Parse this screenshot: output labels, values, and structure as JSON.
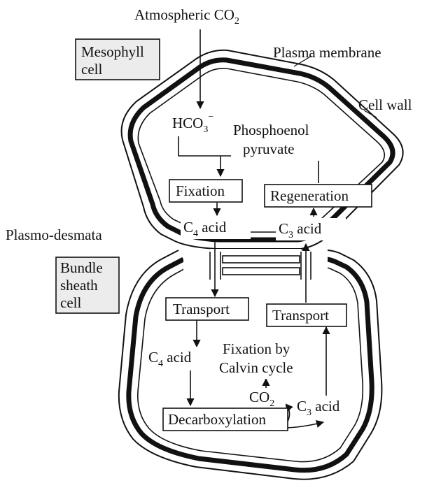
{
  "labels": {
    "atmospheric_co2": "Atmospheric CO",
    "atmospheric_co2_sub": "2",
    "plasma_membrane": "Plasma membrane",
    "cell_wall": "Cell wall",
    "mesophyll_cell_line1": "Mesophyll",
    "mesophyll_cell_line2": "cell",
    "plasmodesmata": "Plasmo-desmata",
    "bundle_sheath_line1": "Bundle",
    "bundle_sheath_line2": "sheath",
    "bundle_sheath_line3": "cell"
  },
  "mesophyll": {
    "hco3": "HCO",
    "hco3_sub": "3",
    "hco3_sup": "−",
    "pep_line1": "Phosphoenol",
    "pep_line2": "pyruvate",
    "fixation": "Fixation",
    "regeneration": "Regeneration",
    "c4_acid_prefix": "C",
    "c4_acid_sub": "4",
    "c4_acid_suffix": " acid",
    "c3_acid_prefix": "C",
    "c3_acid_sub": "3",
    "c3_acid_suffix": " acid"
  },
  "bundle_sheath": {
    "transport_left": "Transport",
    "transport_right": "Transport",
    "c4_acid_prefix": "C",
    "c4_acid_sub": "4",
    "c4_acid_suffix": " acid",
    "fixation_line1": "Fixation by",
    "fixation_line2": "Calvin cycle",
    "co2_prefix": "CO",
    "co2_sub": "2",
    "c3_acid_prefix": "C",
    "c3_acid_sub": "3",
    "c3_acid_suffix": " acid",
    "decarboxylation": "Decarboxylation"
  }
}
